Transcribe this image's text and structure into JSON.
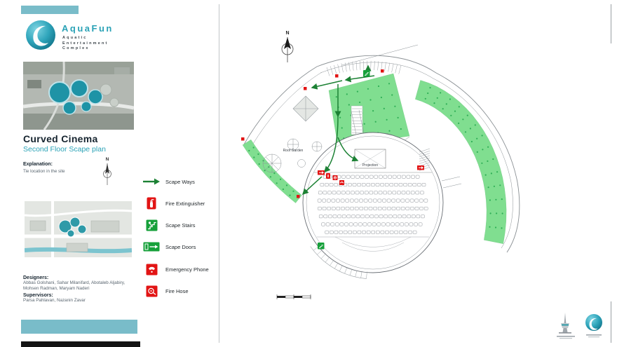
{
  "colors": {
    "teal": "#2AA2B6",
    "teal_bar": "#79BCC9",
    "green_area": "#80DE90",
    "tree_green": "#2FAF56",
    "path_green": "#1C8134",
    "red": "#E21414",
    "ink": "#16242F"
  },
  "brand": {
    "name": "AquaFun",
    "lines": [
      "Aquatic",
      "Entertainment",
      "Complex"
    ]
  },
  "titles": {
    "project": "Curved Cinema",
    "sheet": "Second Floor Scape plan"
  },
  "explanation": {
    "heading": "Explanation:",
    "text": "Tie location in the site",
    "compass_label": "N"
  },
  "legend": {
    "items": [
      {
        "id": "scape-ways",
        "label": "Scape Ways"
      },
      {
        "id": "fire-extinguisher",
        "label": "Fire Extinguisher"
      },
      {
        "id": "scape-stairs",
        "label": "Scape Stairs"
      },
      {
        "id": "scape-doors",
        "label": "Scape Doors"
      },
      {
        "id": "emergency-phone",
        "label": "Emergency Phone"
      },
      {
        "id": "fire-hose",
        "label": "Fire Hose"
      }
    ]
  },
  "credits": {
    "designers_heading": "Designers:",
    "designers": "Abbas Golshani, Sahar Milanifard, Abotaleb Aljabiry, Mohsen Radman, Maryam Naderi",
    "supervisors_heading": "Supervisors:",
    "supervisors": "Parsa Pahlavan, Nazanin Zavar"
  },
  "plan": {
    "north_label": "N",
    "roof_garden_label": "Roof Garden",
    "projection_label": "Projection"
  }
}
